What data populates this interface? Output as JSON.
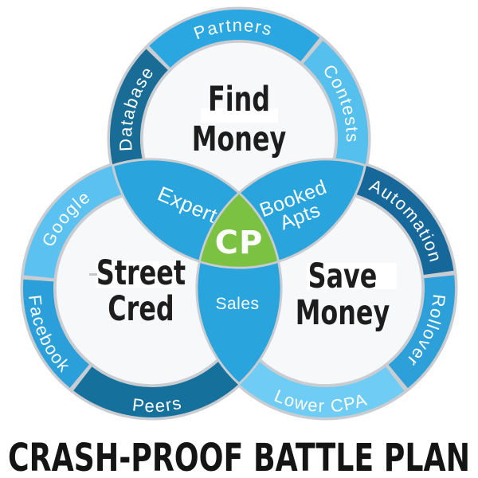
{
  "page_title": "CRASH-PROOF BATTLE PLAN",
  "center_badge": {
    "label": "CP",
    "color": "#7cc242"
  },
  "styles": {
    "outline_color": "#c9cdd2",
    "interior_color": "#f7f8f9",
    "overlap_color": "#29a4dd",
    "title_color": "#1d1d1d",
    "segment_text_color": "#ffffff"
  },
  "circles": [
    {
      "id": "find-money",
      "title_lines": [
        "Find",
        "Money"
      ],
      "segments": [
        {
          "id": "database",
          "label": "Database",
          "color": "#196c96"
        },
        {
          "id": "partners",
          "label": "Partners",
          "color": "#2aa6e0"
        },
        {
          "id": "contests",
          "label": "Contests",
          "color": "#55bfee"
        }
      ]
    },
    {
      "id": "street-cred",
      "title_lines": [
        "Street",
        "Cred"
      ],
      "segments": [
        {
          "id": "peers",
          "label": "Peers",
          "color": "#15719c"
        },
        {
          "id": "facebook",
          "label": "Facebook",
          "color": "#2b9fd9"
        },
        {
          "id": "google",
          "label": "Google",
          "color": "#5ac1f0"
        }
      ]
    },
    {
      "id": "save-money",
      "title_lines": [
        "Save",
        "Money"
      ],
      "segments": [
        {
          "id": "automation",
          "label": "Automation",
          "color": "#17689a"
        },
        {
          "id": "rollover",
          "label": "Rollover",
          "color": "#2d9fd9"
        },
        {
          "id": "lower-cpa",
          "label": "Lower CPA",
          "color": "#6fccf4"
        }
      ]
    }
  ],
  "overlaps": [
    {
      "id": "expert",
      "label_lines": [
        "Expert"
      ]
    },
    {
      "id": "booked-apts",
      "label_lines": [
        "Booked",
        "Apts"
      ]
    },
    {
      "id": "sales",
      "label_lines": [
        "Sales"
      ]
    }
  ]
}
